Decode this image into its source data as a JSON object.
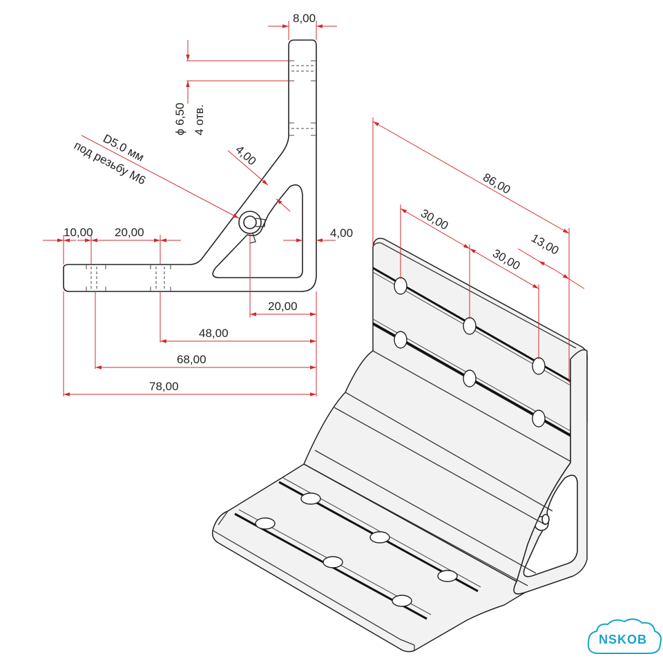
{
  "dimensions": {
    "flange_thickness": "8,00",
    "hole_diameter": "ϕ 6,50",
    "hole_count": "4 отв.",
    "thread_hole": "D5.0 мм",
    "thread_note": "под резьбу М6",
    "rib_thickness": "4,00",
    "wall_thickness": "4,00",
    "base_10": "10,00",
    "base_20": "20,00",
    "offset_20": "20,00",
    "width_48": "48,00",
    "width_68": "68,00",
    "width_78": "78,00",
    "length_86": "86,00",
    "pitch_30_a": "30,00",
    "pitch_30_b": "30,00",
    "edge_13": "13,00"
  },
  "logo": {
    "text": "NSKOB",
    "color": "#1aa3c9"
  },
  "colors": {
    "dimension_lines": "#d22b2b",
    "part_outline": "#222222"
  }
}
